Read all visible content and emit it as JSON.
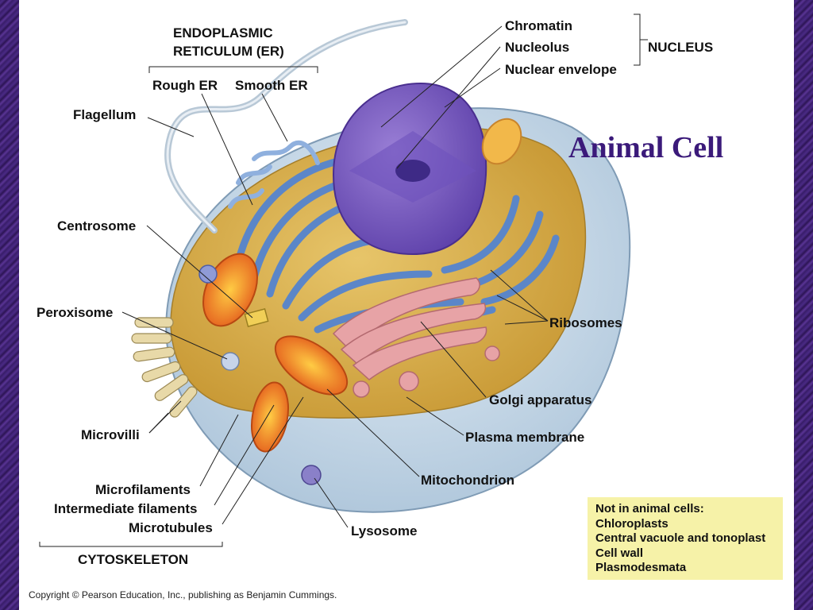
{
  "title": "Animal Cell",
  "labels": {
    "er_header_1": "ENDOPLASMIC",
    "er_header_2": "RETICULUM (ER)",
    "rough_er": "Rough ER",
    "smooth_er": "Smooth ER",
    "flagellum": "Flagellum",
    "centrosome": "Centrosome",
    "peroxisome": "Peroxisome",
    "microvilli": "Microvilli",
    "microfilaments": "Microfilaments",
    "intermediate_filaments": "Intermediate filaments",
    "microtubules": "Microtubules",
    "cytoskeleton": "CYTOSKELETON",
    "chromatin": "Chromatin",
    "nucleolus": "Nucleolus",
    "nuclear_envelope": "Nuclear envelope",
    "nucleus": "NUCLEUS",
    "ribosomes": "Ribosomes",
    "golgi": "Golgi apparatus",
    "plasma_membrane": "Plasma membrane",
    "mitochondrion": "Mitochondrion",
    "lysosome": "Lysosome"
  },
  "note": {
    "heading": "Not in animal cells:",
    "items": [
      "Chloroplasts",
      "Central vacuole and tonoplast",
      "Cell wall",
      "Plasmodesmata"
    ]
  },
  "copyright": "Copyright © Pearson Education, Inc., publishing as Benjamin Cummings."
}
